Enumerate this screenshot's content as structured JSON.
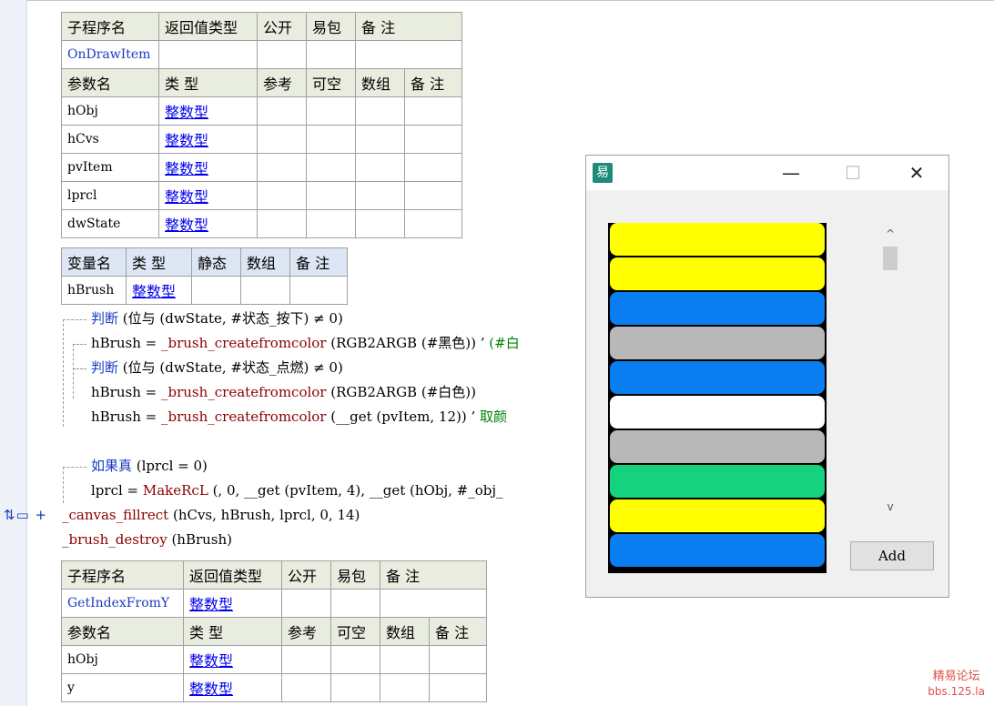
{
  "sub1": {
    "header": [
      "子程序名",
      "返回值类型",
      "公开",
      "易包",
      "备 注"
    ],
    "name": "OnDrawItem",
    "param_header": [
      "参数名",
      "类 型",
      "参考",
      "可空",
      "数组",
      "备 注"
    ],
    "params": [
      {
        "name": "hObj",
        "type": "整数型"
      },
      {
        "name": "hCvs",
        "type": "整数型"
      },
      {
        "name": "pvItem",
        "type": "整数型"
      },
      {
        "name": "lprcl",
        "type": "整数型"
      },
      {
        "name": "dwState",
        "type": "整数型"
      }
    ]
  },
  "vars": {
    "header": [
      "变量名",
      "类 型",
      "静态",
      "数组",
      "备 注"
    ],
    "rows": [
      {
        "name": "hBrush",
        "type": "整数型"
      }
    ]
  },
  "code": {
    "l1": {
      "kw": "判断",
      "rest": " (位与 (dwState, #状态_按下) ≠ 0)"
    },
    "l2": {
      "a": "hBrush = ",
      "fn": "_brush_createfromcolor",
      "b": " (RGB2ARGB (#黑色))  ’ ",
      "cm": "(#白"
    },
    "l3": {
      "kw": "判断",
      "rest": " (位与 (dwState, #状态_点燃) ≠ 0)"
    },
    "l4": {
      "a": "hBrush = ",
      "fn": "_brush_createfromcolor",
      "b": " (RGB2ARGB (#白色))"
    },
    "l5": {
      "a": "hBrush = ",
      "fn": "_brush_createfromcolor",
      "b": " (__get (pvItem, 12))  ’ ",
      "cm": "取颜"
    },
    "l6": {
      "kw": "如果真",
      "rest": " (lprcl = 0)"
    },
    "l7": {
      "a": "lprcl = ",
      "fn": "MakeRcL",
      "b": " (, 0, __get (pvItem, 4), __get (hObj, #_obj_"
    },
    "l8": {
      "fn": "_canvas_fillrect",
      "b": " (hCvs, hBrush, lprcl, 0, 14)"
    },
    "l9": {
      "fn": "_brush_destroy",
      "b": " (hBrush)"
    }
  },
  "sub2": {
    "header": [
      "子程序名",
      "返回值类型",
      "公开",
      "易包",
      "备 注"
    ],
    "name": "GetIndexFromY",
    "ret": "整数型",
    "param_header": [
      "参数名",
      "类 型",
      "参考",
      "可空",
      "数组",
      "备 注"
    ],
    "params": [
      {
        "name": "hObj",
        "type": "整数型"
      },
      {
        "name": "y",
        "type": "整数型"
      }
    ]
  },
  "window": {
    "app_icon": "易",
    "minimize": "—",
    "maximize": "☐",
    "close": "✕",
    "items": [
      {
        "color": "#ffff00"
      },
      {
        "color": "#ffff00"
      },
      {
        "color": "#0a7ef0"
      },
      {
        "color": "#b8b8b8"
      },
      {
        "color": "#0a7ef0"
      },
      {
        "color": "#ffffff"
      },
      {
        "color": "#b8b8b8"
      },
      {
        "color": "#14d27d"
      },
      {
        "color": "#ffff00"
      },
      {
        "color": "#0a7ef0"
      }
    ],
    "scroll_up": "^",
    "scroll_down": "v",
    "add_label": "Add"
  },
  "gutter_mark": "⇅▭ +",
  "watermark": {
    "line1": "精易论坛",
    "line2": "bbs.125.la"
  }
}
